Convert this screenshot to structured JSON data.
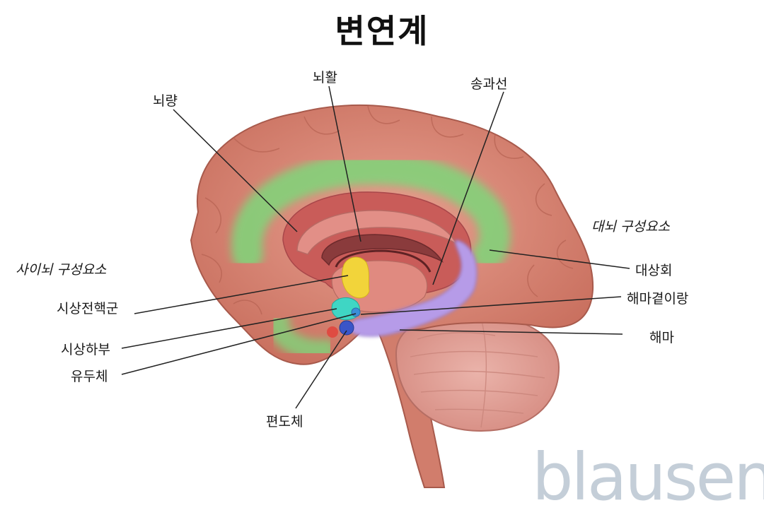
{
  "title": "변연계",
  "groups": {
    "cerebral": "대뇌 구성요소",
    "diencephalic": "사이뇌 구성요소"
  },
  "labels": {
    "corpus_callosum": "뇌량",
    "fornix": "뇌활",
    "mammillothalamic_tract": "송과선",
    "cingulate_gyrus": "대상회",
    "parahippocampal_gyrus": "해마곁이랑",
    "hippocampus": "해마",
    "anterior_thalamic_nuclei": "시상전핵군",
    "hypothalamus": "시상하부",
    "mammillary_body": "유두체",
    "amygdala": "편도체"
  },
  "colors": {
    "cortex": "#d98a78",
    "limbic_green": "#7fd67a",
    "hippocampus_purple": "#b69be8",
    "thalamus_yellow": "#f2d43a",
    "hypothalamus_cyan": "#3fd6c4",
    "amygdala_blue": "#3a55c8",
    "cerebellum": "#e7a79e",
    "logo": "#c4ced8"
  },
  "logo_text": "blausen"
}
